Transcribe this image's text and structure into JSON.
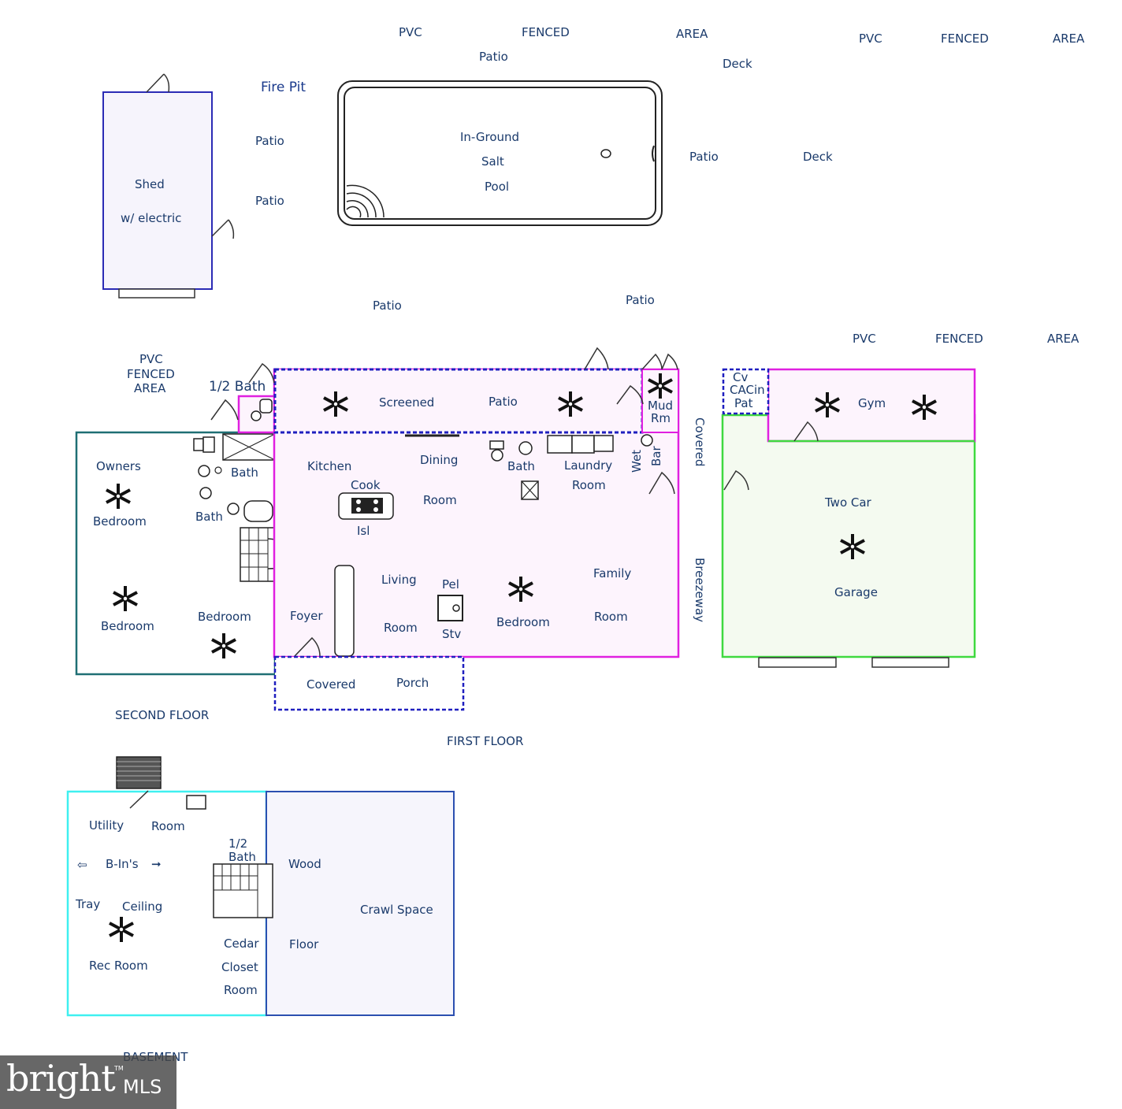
{
  "fence_top_left": [
    "PVC",
    "FENCED",
    "AREA"
  ],
  "fence_top_right": [
    "PVC",
    "FENCED",
    "AREA"
  ],
  "fence_left": [
    "PVC",
    "FENCED",
    "AREA"
  ],
  "fence_garage": [
    "PVC",
    "FENCED",
    "AREA"
  ],
  "outdoor": {
    "patio": "Patio",
    "deck": "Deck",
    "fire_pit": "Fire Pit",
    "shed": [
      "Shed",
      "w/ electric"
    ],
    "pool": [
      "In-Ground",
      "Salt",
      "Pool"
    ]
  },
  "first_floor": {
    "label": "FIRST FLOOR",
    "screened_patio": [
      "Screened",
      "Patio"
    ],
    "mud_room": [
      "Mud",
      "Rm"
    ],
    "half_bath": "1/2 Bath",
    "kitchen": "Kitchen",
    "cook_island": [
      "Cook",
      "Isl"
    ],
    "dining_room": [
      "Dining",
      "Room"
    ],
    "bath": "Bath",
    "laundry_room": [
      "Laundry",
      "Room"
    ],
    "wet_bar": [
      "Wet",
      "Bar"
    ],
    "foyer": "Foyer",
    "living_room": [
      "Living",
      "Room"
    ],
    "pellet_stove": [
      "Pel",
      "Stv"
    ],
    "bedroom": "Bedroom",
    "family_room": [
      "Family",
      "Room"
    ],
    "covered_porch": [
      "Covered",
      "Porch"
    ],
    "breezeway": [
      "Covered",
      "Breezeway"
    ]
  },
  "second_floor": {
    "label": "SECOND FLOOR",
    "owners_bedroom": [
      "Owners",
      "Bedroom"
    ],
    "bath": "Bath",
    "bath2": "Bath",
    "bedroom_a": "Bedroom",
    "bedroom_b": "Bedroom"
  },
  "garage": {
    "cv_pat": [
      "Cv",
      "CACin",
      "Pat"
    ],
    "gym": "Gym",
    "two_car_garage": [
      "Two Car",
      "Garage"
    ]
  },
  "basement": {
    "label": "BASEMENT",
    "utility_room": [
      "Utility",
      "Room"
    ],
    "half_bath": [
      "1/2",
      "Bath"
    ],
    "built_ins": "B-In's",
    "tray_ceiling": [
      "Tray",
      "Ceiling"
    ],
    "rec_room": "Rec Room",
    "cedar_closet": [
      "Cedar",
      "Closet",
      "Room"
    ],
    "wood_floor": [
      "Wood",
      "Floor"
    ],
    "crawl_space": "Crawl Space"
  },
  "colors": {
    "text": "#1a3a6b",
    "shed": "#2b2bb5",
    "first_floor": "#e020e0",
    "screened": "#1f1fbf",
    "second_floor": "#1f6f74",
    "garage": "#3fd93f",
    "basement_left": "#3ff0f0",
    "basement_right": "#2b4fb0"
  },
  "watermark": {
    "brand": "bright",
    "suffix": "MLS",
    "tm": "TM"
  }
}
